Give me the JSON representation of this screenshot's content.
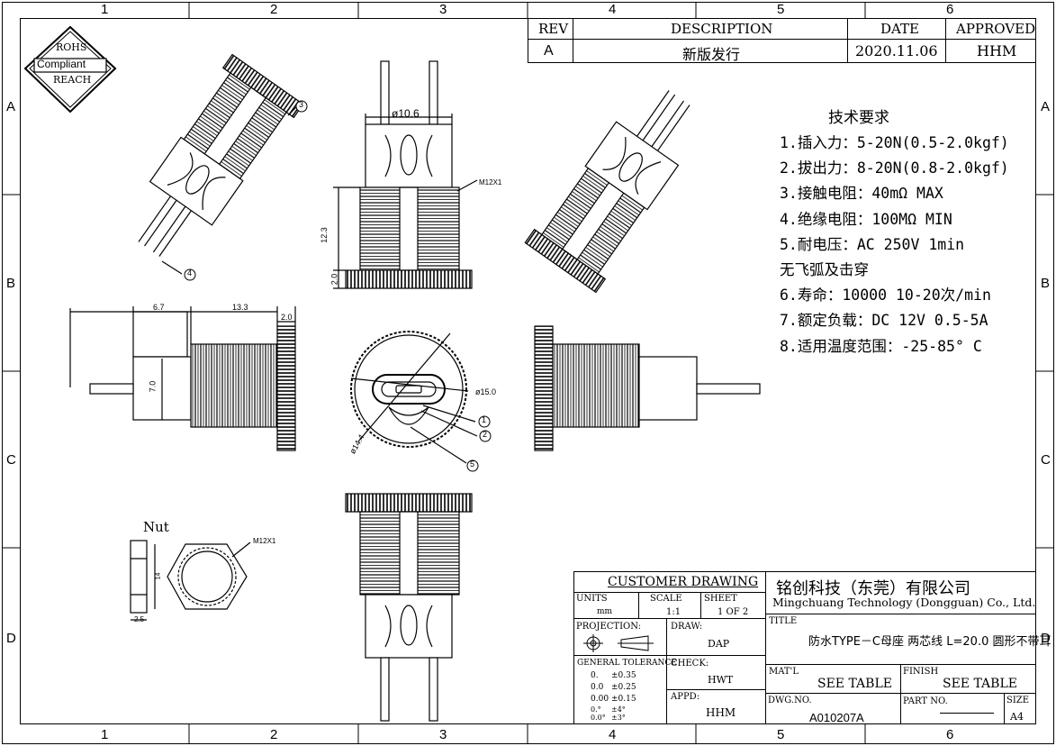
{
  "zones": {
    "columns": [
      "1",
      "2",
      "3",
      "4",
      "5",
      "6"
    ],
    "rows": [
      "A",
      "B",
      "C",
      "D"
    ]
  },
  "revision_block": {
    "headers": {
      "rev": "REV",
      "description": "DESCRIPTION",
      "date": "DATE",
      "approved": "APPROVED"
    },
    "row": {
      "rev": "A",
      "description": "新版发行",
      "date": "2020.11.06",
      "approved": "HHM"
    }
  },
  "rohs_badge": {
    "line1": "ROHS",
    "line2": "Compliant",
    "line3": "REACH"
  },
  "tech_requirements": {
    "title": "技术要求",
    "items": [
      "1.插入力：5-20N(0.5-2.0kgf)",
      "2.拔出力：8-20N(0.8-2.0kgf)",
      "3.接触电阻：40mΩ MAX",
      "4.绝缘电阻：100MΩ MIN",
      "5.耐电压：AC 250V 1min",
      "无飞弧及击穿",
      "6.寿命：10000 10-20次/min",
      "7.额定负载：DC 12V 0.5-5A",
      "8.适用温度范围：-25-85° C"
    ]
  },
  "dimensions": {
    "top_width": "ø10.6",
    "thread": "M12X1",
    "height": "12.3",
    "flange": "2.0",
    "side_6_7": "6.7",
    "side_13_3": "13.3",
    "side_2_0": "2.0",
    "side_7_0": "7.0",
    "front_dia_15": "ø15.0",
    "front_dia_14_4": "ø14.4",
    "nut_thread": "M12X1",
    "nut_label": "Nut",
    "nut_height": "14",
    "nut_width": "2.5"
  },
  "balloons": [
    "1",
    "2",
    "3",
    "4",
    "5"
  ],
  "title_block": {
    "customer_drawing": "CUSTOMER DRAWING",
    "units_label": "UNITS",
    "units_value": "mm",
    "scale_label": "SCALE",
    "scale_value": "1:1",
    "sheet_label": "SHEET",
    "sheet_value": "1 OF 2",
    "projection_label": "PROJECTION:",
    "draw_label": "DRAW:",
    "draw_value": "DAP",
    "check_label": "CHECK:",
    "check_value": "HWT",
    "appd_label": "APPD:",
    "appd_value": "HHM",
    "general_tolerance": "GENERAL TOLERANCE",
    "tolerances": [
      {
        "digits": "0.",
        "tol": "±0.35"
      },
      {
        "digits": "0.0",
        "tol": "±0.25"
      },
      {
        "digits": "0.00",
        "tol": "±0.15"
      },
      {
        "digits": "0.°",
        "tol": "±4°"
      },
      {
        "digits": "0.0°",
        "tol": "±3°"
      }
    ],
    "company_cn": "铭创科技（东莞）有限公司",
    "company_en": "Mingchuang Technology (Dongguan) Co., Ltd.",
    "title_label": "TITLE",
    "title_value": "防水TYPE－C母座  两芯线  L=20.0  圆形不带耳",
    "matl_label": "MAT'L",
    "matl_value": "SEE TABLE",
    "finish_label": "FINISH",
    "finish_value": "SEE TABLE",
    "dwgno_label": "DWG.NO.",
    "dwgno_value": "A010207A",
    "partno_label": "PART NO.",
    "size_label": "SIZE",
    "size_value": "A4"
  }
}
